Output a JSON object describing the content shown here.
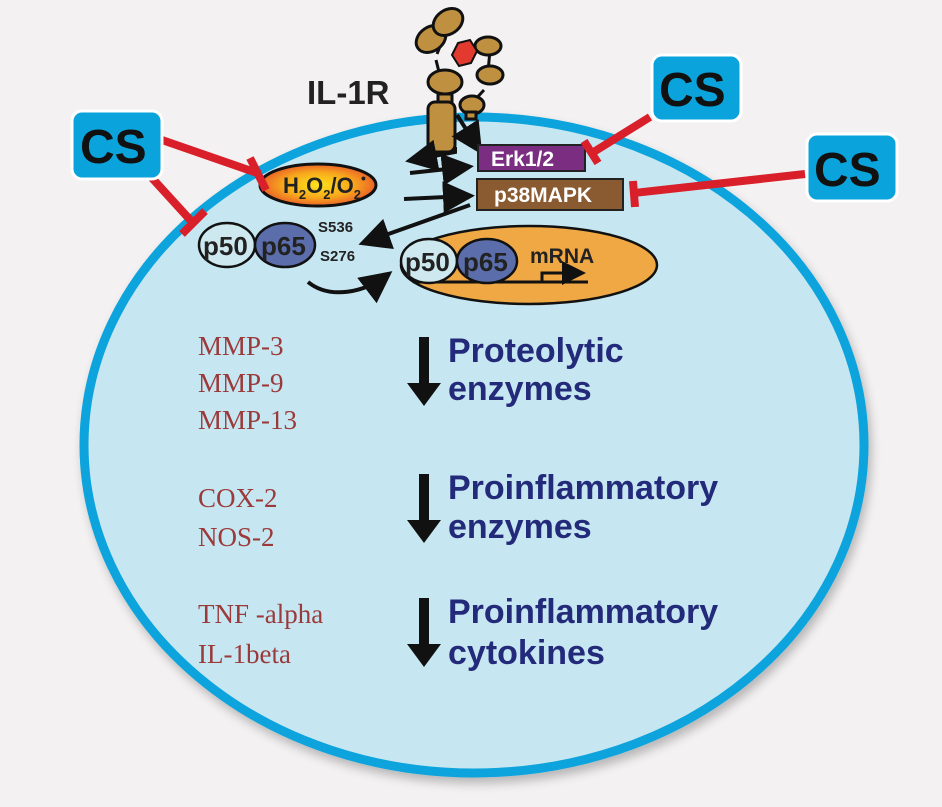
{
  "receptor": {
    "label": "IL-1R"
  },
  "inhibitor": {
    "label": "CS",
    "box_color": "#0aa3dc",
    "bar_color": "#d9202a"
  },
  "signaling": {
    "ros": {
      "label_h": "H",
      "sub1": "2",
      "label_o": "O",
      "sub2": "2",
      "slash": "/O",
      "sub3": "2",
      "radical": "•"
    },
    "erk": {
      "label": "Erk1/2",
      "color": "#7b2d82"
    },
    "p38": {
      "label": "p38MAPK",
      "color": "#8a5a30"
    },
    "nfkb_cyto": {
      "p50": "p50",
      "p65": "p65"
    },
    "phospho_sites": [
      "S536",
      "S276"
    ],
    "nucleus": {
      "p50": "p50",
      "p65": "p65",
      "mrna": "mRNA"
    }
  },
  "outcomes": [
    {
      "targets": [
        "MMP-3",
        "MMP-9",
        "MMP-13"
      ],
      "effect_line1": "Proteolytic",
      "effect_line2": "enzymes",
      "direction": "decrease"
    },
    {
      "targets": [
        "COX-2",
        "NOS-2"
      ],
      "effect_line1": "Proinflammatory",
      "effect_line2": "enzymes",
      "direction": "decrease"
    },
    {
      "targets": [
        "TNF -alpha",
        "IL-1beta"
      ],
      "effect_line1": "Proinflammatory",
      "effect_line2": "cytokines",
      "direction": "decrease"
    }
  ],
  "colors": {
    "cell_fill": "#c6e7f2",
    "cell_border": "#0aa3dc",
    "target_text": "#9b3a3a",
    "effect_text": "#232a7a",
    "receptor": "#bf9040",
    "nucleus": "#f0a844"
  }
}
